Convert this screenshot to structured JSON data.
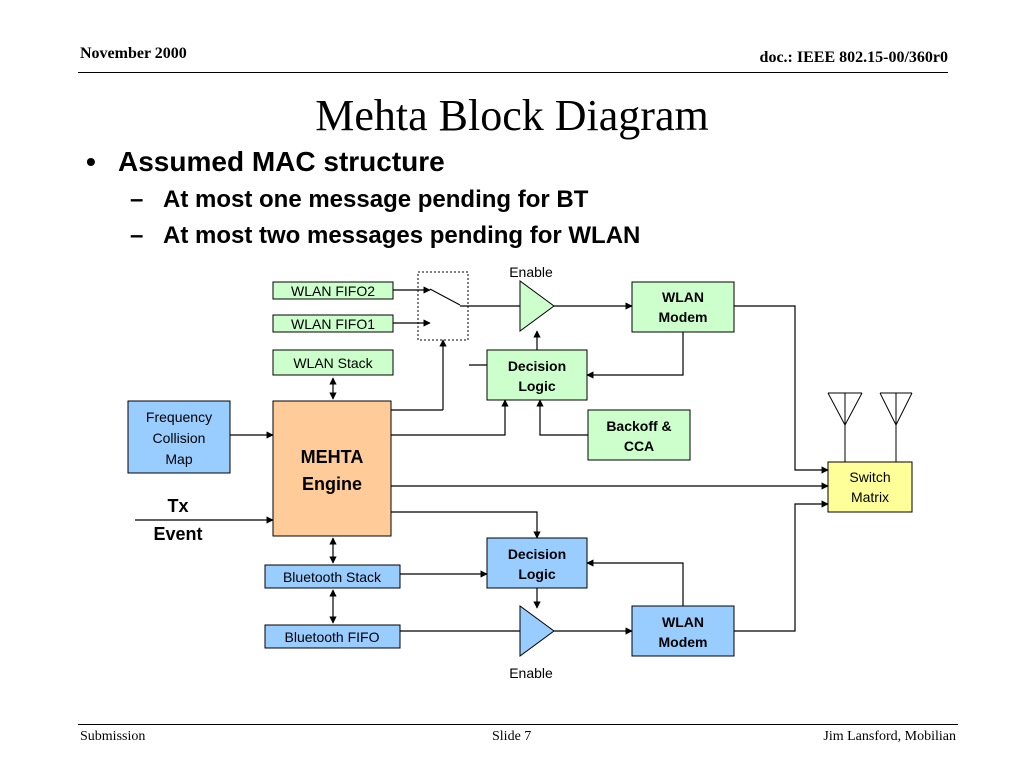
{
  "header": {
    "date": "November 2000",
    "doc": "doc.: IEEE 802.15-00/360r0"
  },
  "title": "Mehta Block Diagram",
  "bullets": {
    "main": "Assumed MAC structure",
    "sub": [
      "At most one message pending for BT",
      "At most two messages pending for WLAN"
    ],
    "bullet_symbol": "•",
    "dash_symbol": "–"
  },
  "diagram": {
    "enable_top": "Enable",
    "enable_bottom": "Enable",
    "wlan_fifo2": "WLAN FIFO2",
    "wlan_fifo1": "WLAN FIFO1",
    "wlan_stack": "WLAN Stack",
    "decision_top": [
      "Decision",
      "Logic"
    ],
    "wlan_modem_top": [
      "WLAN",
      "Modem"
    ],
    "freq_map": [
      "Frequency",
      "Collision",
      "Map"
    ],
    "mehta": [
      "MEHTA",
      "Engine"
    ],
    "backoff": [
      "Backoff &",
      "CCA"
    ],
    "switch_matrix": [
      "Switch",
      "Matrix"
    ],
    "tx_event": [
      "Tx",
      "Event"
    ],
    "bt_stack": "Bluetooth Stack",
    "bt_fifo": "Bluetooth FIFO",
    "decision_bottom": [
      "Decision",
      "Logic"
    ],
    "wlan_modem_bottom": [
      "WLAN",
      "Modem"
    ],
    "colors": {
      "green": "#ccffcc",
      "blue": "#99ccff",
      "orange": "#ffcc99",
      "yellow": "#ffff99"
    }
  },
  "footer": {
    "left": "Submission",
    "center": "Slide 7",
    "right": "Jim Lansford, Mobilian"
  }
}
